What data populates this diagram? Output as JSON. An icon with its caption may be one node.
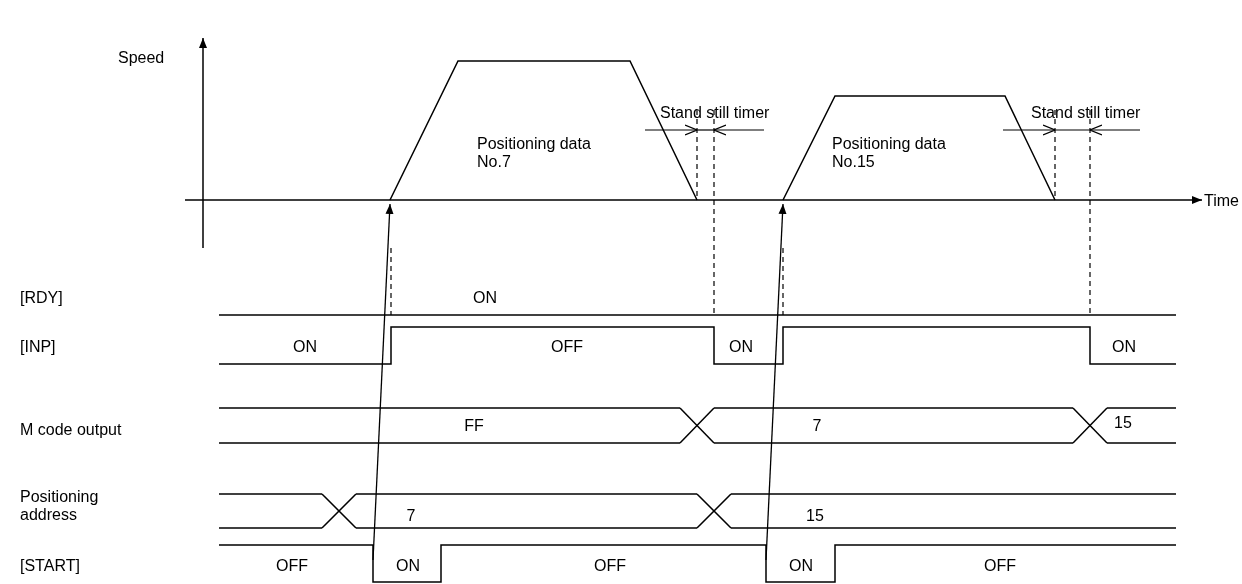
{
  "diagram": {
    "labels": [
      "Speed",
      "Stand still timer",
      "Stand still timer",
      "Positioning data No.7",
      "Positioning data No.15",
      "Time",
      "[RDY]",
      "ON",
      "[INP]",
      "ON",
      "OFF",
      "ON",
      "ON",
      "M code output",
      "FF",
      "7",
      "15",
      "Positioning address",
      "7",
      "15",
      "[START]",
      "OFF",
      "ON",
      "OFF",
      "ON",
      "OFF"
    ]
  }
}
